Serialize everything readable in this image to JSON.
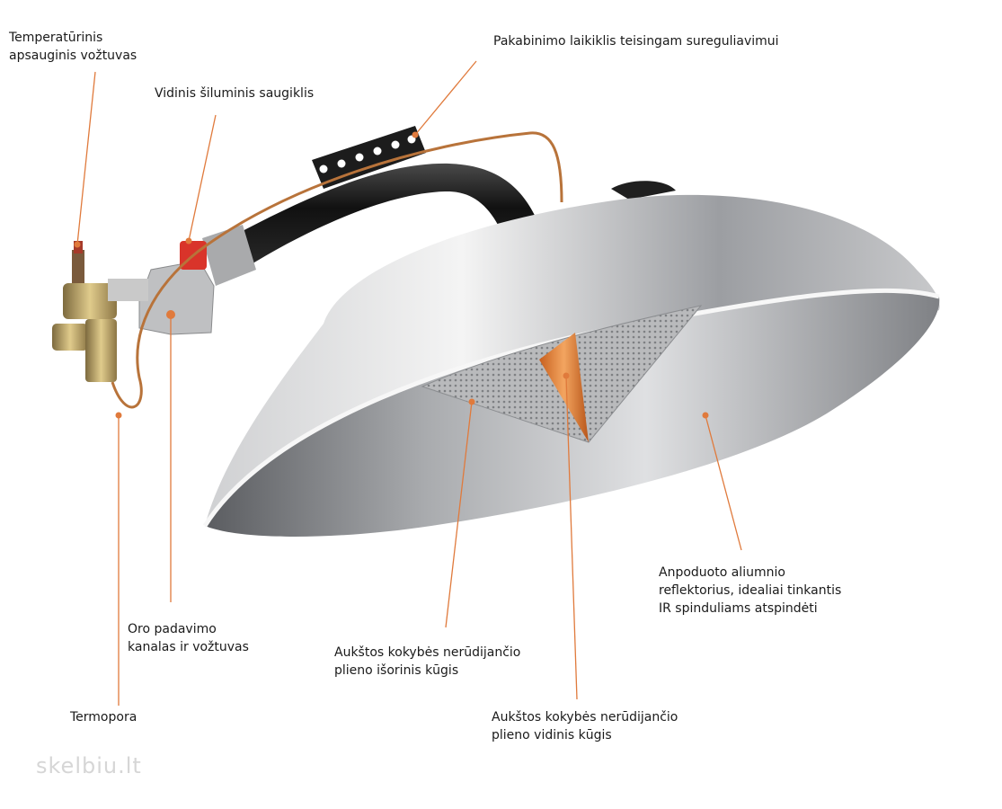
{
  "colors": {
    "leader_line": "#e07a3c",
    "label_text": "#1a1a1a",
    "reflector_light": "#e8e8e8",
    "reflector_dark": "#8a8a8a",
    "cone_orange": "#d9732a",
    "pipe_black": "#1a1a1a",
    "copper": "#b8733a"
  },
  "labels": {
    "temp_valve": [
      "Temperatūrinis",
      "apsauginis vožtuvas"
    ],
    "hanger": [
      "Pakabinimo laikiklis teisingam sureguliavimui"
    ],
    "thermal_fuse": [
      "Vidinis šiluminis saugiklis"
    ],
    "air_channel": [
      "Oro padavimo",
      "kanalas ir vožtuvas"
    ],
    "thermocouple": [
      "Termopora"
    ],
    "outer_cone": [
      "Aukštos kokybės nerūdijančio",
      "plieno išorinis kūgis"
    ],
    "inner_cone": [
      "Aukštos kokybės nerūdijančio",
      "plieno vidinis kūgis"
    ],
    "reflector": [
      "Anpoduoto aliumnio",
      "reflektorius, idealiai tinkantis",
      "IR spinduliams atspindėti"
    ]
  },
  "watermark": "skelbiu.lt"
}
